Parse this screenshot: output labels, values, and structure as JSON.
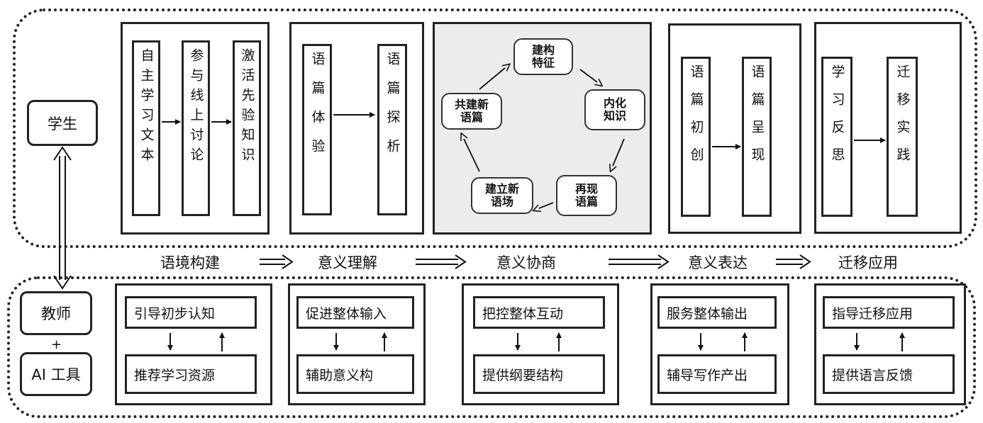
{
  "roles": {
    "student": "学生",
    "teacher": "教师",
    "plus": "+",
    "ai_tools": "AI 工具"
  },
  "stages": [
    "语境构建",
    "意义理解",
    "意义协商",
    "意义表达",
    "迁移应用"
  ],
  "student_track": {
    "context": [
      "自主学习文本",
      "参与线上讨论",
      "激活先验知识"
    ],
    "understanding": [
      "语篇体验",
      "语篇探析"
    ],
    "negotiation_cycle": [
      "建构\n特征",
      "内化\n知识",
      "再现\n语篇",
      "建立新\n语场",
      "共建新\n语篇"
    ],
    "expression": [
      "语篇初创",
      "语篇呈现"
    ],
    "transfer": [
      "学习反思",
      "迁移实践"
    ]
  },
  "teacher_track": [
    {
      "top": "引导初步认知",
      "bottom": "推荐学习资源"
    },
    {
      "top": "促进整体输入",
      "bottom": "辅助意义构"
    },
    {
      "top": "把控整体互动",
      "bottom": "提供纲要结构"
    },
    {
      "top": "服务整体输出",
      "bottom": "辅导写作产出"
    },
    {
      "top": "指导迁移应用",
      "bottom": "提供语言反馈"
    }
  ]
}
